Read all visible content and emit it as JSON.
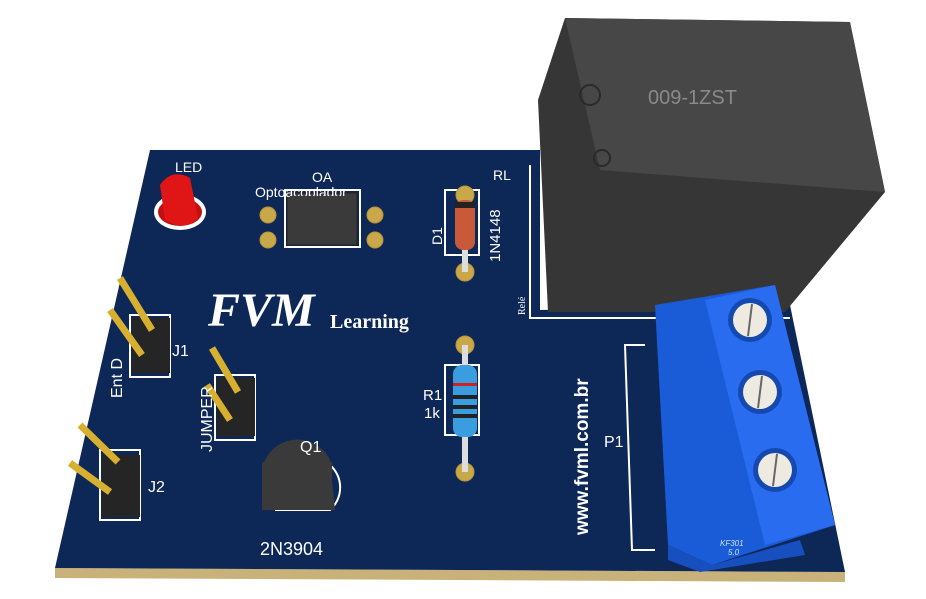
{
  "board": {
    "brand": "FVM",
    "brand_sub": "Learning",
    "website": "www.fvml.com.br",
    "colors": {
      "pcb": "#0d2857",
      "relay": "#3b3b3b",
      "terminal": "#1a5bd8",
      "led": "#e01515",
      "pad": "#c9a84a"
    }
  },
  "labels": {
    "led": "LED",
    "oa": "OA",
    "oa_name": "Optoacoplador",
    "d1": "D1",
    "d1_part": "1N4148",
    "rl": "RL",
    "rl_name": "Relé",
    "relay_part": "009-1ZST",
    "j1": "J1",
    "j1_name": "Ent D",
    "j2": "J2",
    "jumper": "JUMPER",
    "q1": "Q1",
    "q1_part": "2N3904",
    "r1": "R1",
    "r1_value": "1k",
    "p1": "P1",
    "terminal_part": "KF301",
    "terminal_pitch": "5.0"
  }
}
